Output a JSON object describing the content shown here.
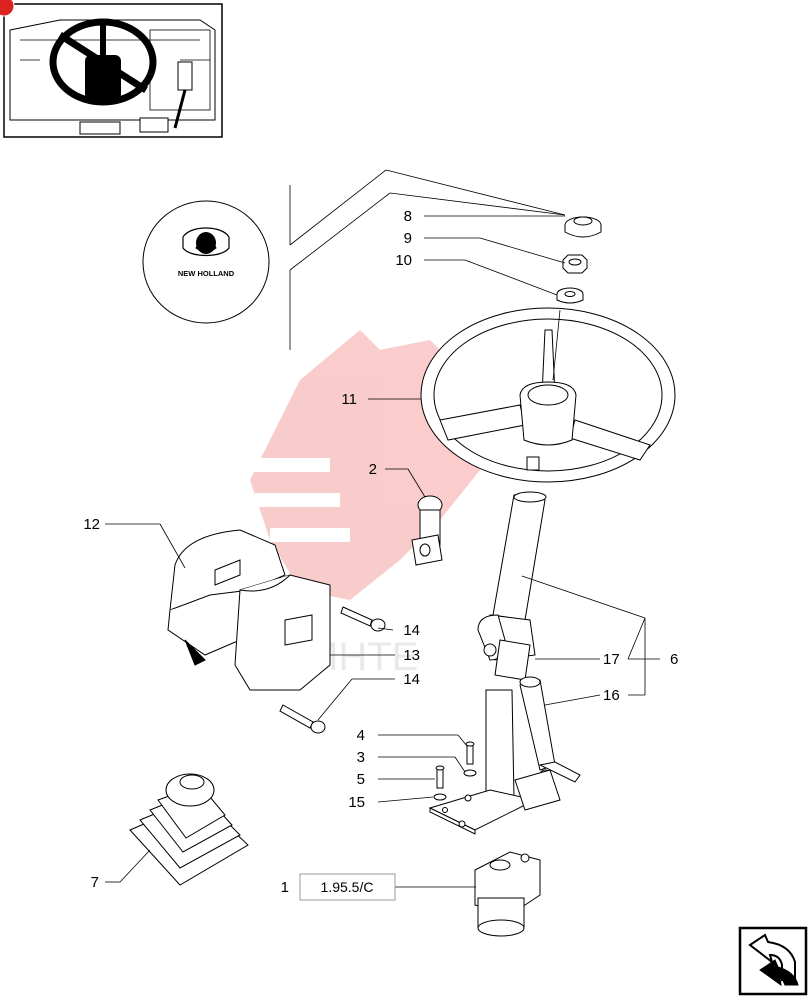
{
  "thumbnail": {
    "icon": "tractor-cab-steering-wheel-thumbnail"
  },
  "logo": {
    "text": "NEW HOLLAND",
    "icon": "new-holland-badge"
  },
  "callouts": {
    "c1": "1",
    "c2": "2",
    "c3": "3",
    "c4": "4",
    "c5": "5",
    "c6": "6",
    "c7": "7",
    "c8": "8",
    "c9": "9",
    "c10": "10",
    "c11": "11",
    "c12": "12",
    "c13": "13",
    "c14a": "14",
    "c14b": "14",
    "c15": "15",
    "c16": "16",
    "c17": "17"
  },
  "reference_box": {
    "text": "1.95.5/C"
  },
  "nav": {
    "icon": "return-arrow-icon"
  },
  "colors": {
    "line": "#000000",
    "watermark": "#f5a3a3"
  }
}
